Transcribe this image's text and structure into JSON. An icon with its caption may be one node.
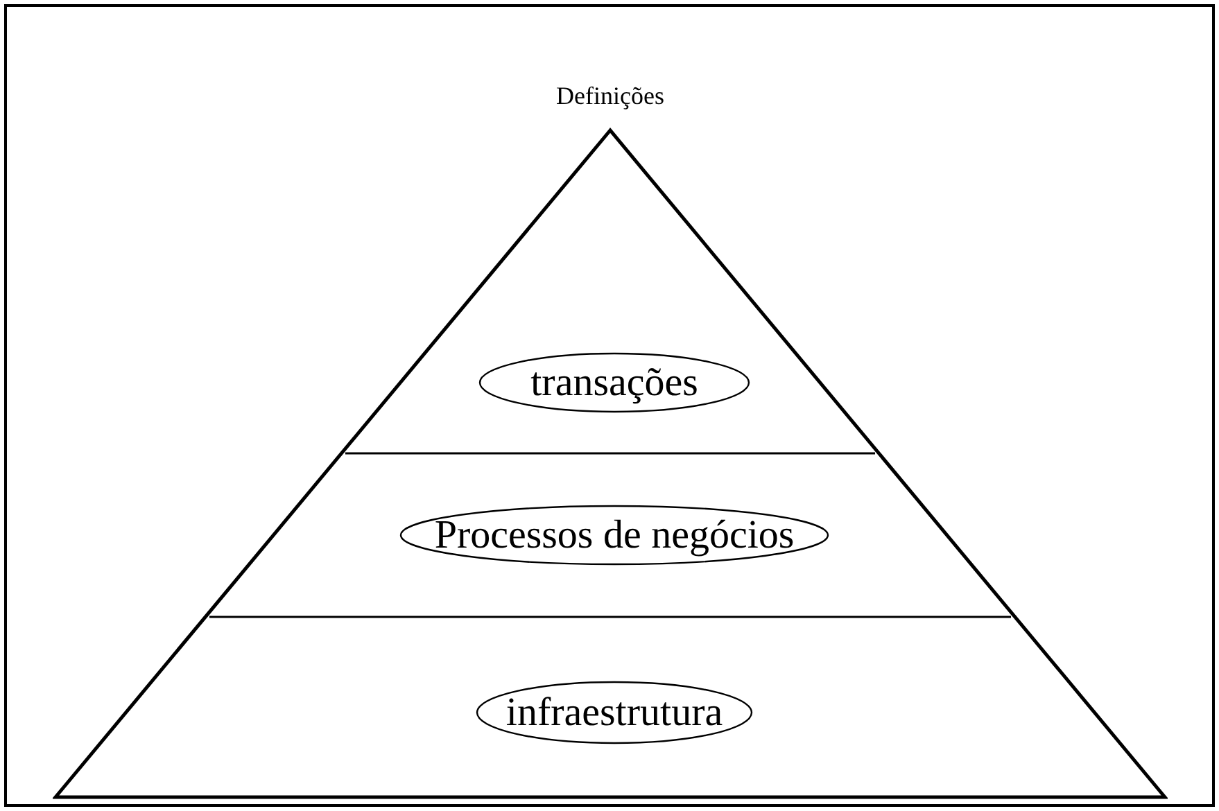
{
  "diagram": {
    "nodes": [
      {
        "text": [
          "Definições"
        ]
      },
      {
        "text": [
          "transações"
        ],
        "in": 0
      },
      {
        "text": [
          "Processos de negócios"
        ],
        "in": 0
      },
      {
        "text": [
          "infraestrutura"
        ],
        "in": 0
      }
    ]
  }
}
